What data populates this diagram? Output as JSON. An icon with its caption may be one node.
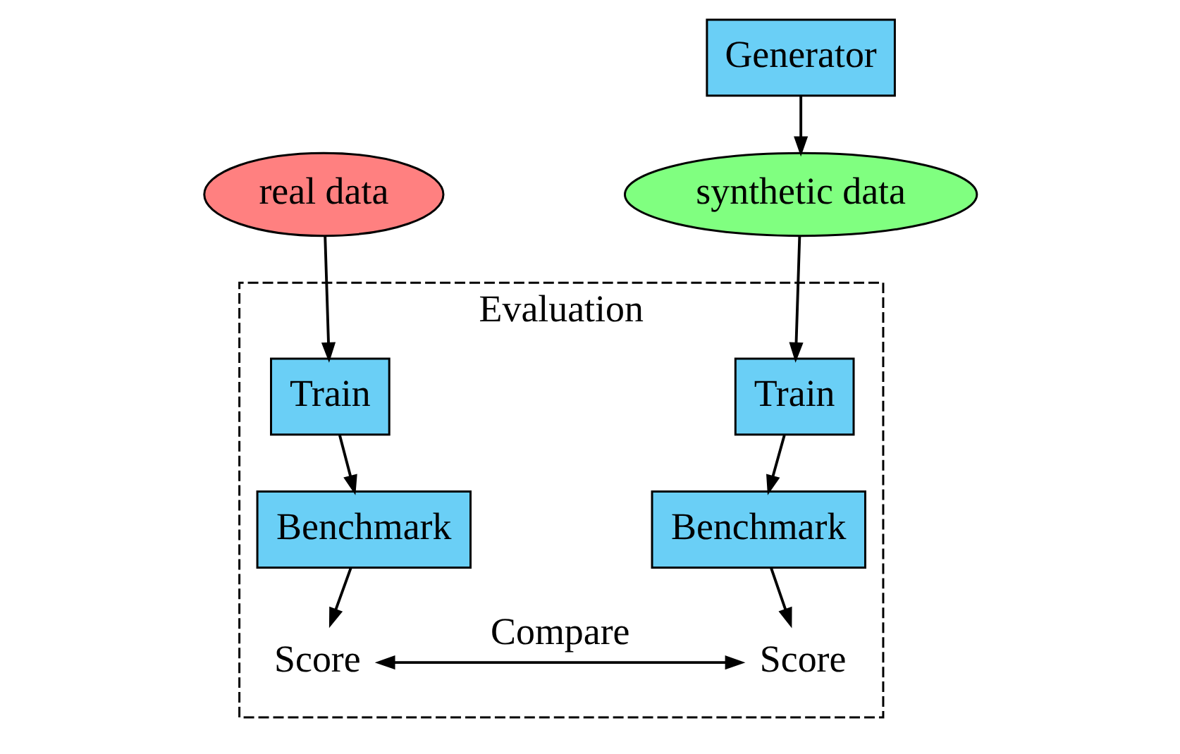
{
  "diagram": {
    "nodes": [
      {
        "text": [
          "Generator"
        ]
      },
      {
        "text": [
          "real data"
        ]
      },
      {
        "text": [
          "synthetic data"
        ]
      },
      {
        "text": [
          "Evaluation"
        ]
      },
      {
        "text": [
          "Train"
        ],
        "in": 3
      },
      {
        "text": [
          "Benchmark"
        ],
        "in": 3
      },
      {
        "text": [
          "Score"
        ],
        "in": 3
      },
      {
        "text": [
          "Train"
        ],
        "in": 3
      },
      {
        "text": [
          "Benchmark"
        ],
        "in": 3
      },
      {
        "text": [
          "Score"
        ],
        "in": 3
      }
    ],
    "edges": [
      {
        "from": 0,
        "to": 2,
        "arrow": "to"
      },
      {
        "from": 1,
        "to": 4,
        "arrow": "to"
      },
      {
        "from": 4,
        "to": 5,
        "arrow": "to"
      },
      {
        "from": 5,
        "to": 6,
        "arrow": "to"
      },
      {
        "from": 2,
        "to": 7,
        "arrow": "to"
      },
      {
        "from": 7,
        "to": 8,
        "arrow": "to"
      },
      {
        "from": 8,
        "to": 9,
        "arrow": "to"
      },
      {
        "from": 6,
        "to": 9,
        "arrow": "both",
        "label": "Compare"
      }
    ]
  }
}
